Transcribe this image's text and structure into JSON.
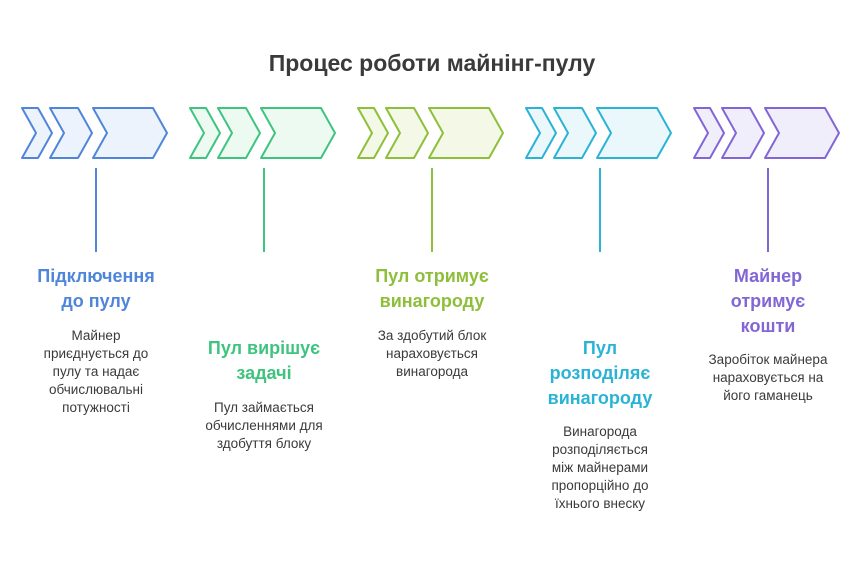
{
  "title": "Процес роботи майнінг-пулу",
  "steps": [
    {
      "title": [
        "Підключення",
        "до пулу"
      ],
      "description": [
        "Майнер",
        "приєднується до",
        "пулу та надає",
        "обчислювальні",
        "потужності"
      ],
      "color": "#4f86d9",
      "fill": "#edf3fc",
      "icon": "chevron-arrow-icon"
    },
    {
      "title": [
        "Пул вирішує",
        "задачі"
      ],
      "description": [
        "Пул займається",
        "обчисленнями для",
        "здобуття блоку"
      ],
      "color": "#3fc47f",
      "fill": "#ecfaf1",
      "icon": "chevron-arrow-icon"
    },
    {
      "title": [
        "Пул отримує",
        "винагороду"
      ],
      "description": [
        "За здобутий блок",
        "нараховується",
        "винагорода"
      ],
      "color": "#8dbf3a",
      "fill": "#f3f9e6",
      "icon": "chevron-arrow-icon"
    },
    {
      "title": [
        "Пул",
        "розподіляє",
        "винагороду"
      ],
      "description": [
        "Винагорода",
        "розподіляється",
        "між майнерами",
        "пропорційно до",
        "їхнього внеску"
      ],
      "color": "#2bb3d6",
      "fill": "#eaf7fb",
      "icon": "chevron-arrow-icon"
    },
    {
      "title": [
        "Майнер",
        "отримує",
        "кошти"
      ],
      "description": [
        "Заробіток майнера",
        "нараховується на",
        "його гаманець"
      ],
      "color": "#8266d6",
      "fill": "#f1eefb",
      "icon": "chevron-arrow-icon"
    }
  ]
}
